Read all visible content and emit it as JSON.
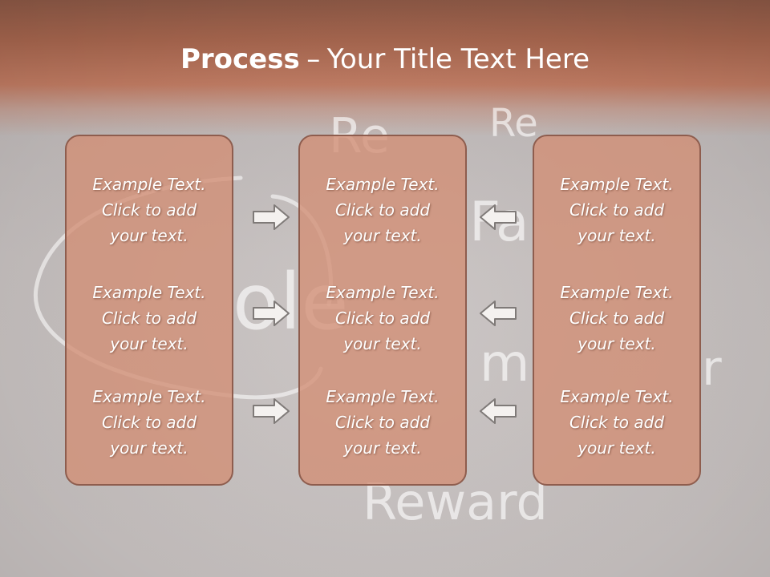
{
  "slide": {
    "title_bold": "Process",
    "title_dash": "–",
    "title_rest": "Your Title Text Here",
    "background_words": [
      "Re",
      "Re",
      "Fa",
      "ole",
      "m",
      "r",
      "Reward"
    ],
    "colors": {
      "header": "#b06f57",
      "box_fill": "#d28e75",
      "box_border": "#8e5d4e",
      "text": "#ffffff"
    }
  },
  "columns": [
    {
      "blocks": [
        [
          "Example Text.",
          "Click  to add",
          "your text."
        ],
        [
          "Example Text.",
          "Click  to add",
          "your text."
        ],
        [
          "Example Text.",
          "Click  to add",
          "your text."
        ]
      ]
    },
    {
      "blocks": [
        [
          "Example Text.",
          "Click  to add",
          "your text."
        ],
        [
          "Example Text.",
          "Click  to add",
          "your text."
        ],
        [
          "Example Text.",
          "Click  to add",
          "your text."
        ]
      ]
    },
    {
      "blocks": [
        [
          "Example Text.",
          "Click  to add",
          "your text."
        ],
        [
          "Example Text.",
          "Click  to add",
          "your text."
        ],
        [
          "Example Text.",
          "Click  to add",
          "your text."
        ]
      ]
    }
  ],
  "arrows": [
    {
      "direction": "right"
    },
    {
      "direction": "right"
    },
    {
      "direction": "right"
    },
    {
      "direction": "left"
    },
    {
      "direction": "left"
    },
    {
      "direction": "left"
    }
  ]
}
